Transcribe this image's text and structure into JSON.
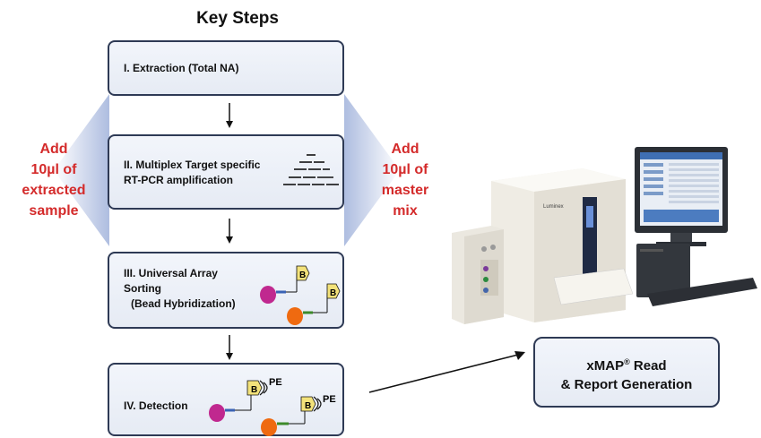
{
  "title": "Key Steps",
  "steps": [
    {
      "label": "I. Extraction (Total NA)"
    },
    {
      "label_lines": [
        "II. Multiplex Target specific",
        "RT-PCR amplification"
      ]
    },
    {
      "label_lines": [
        "III. Universal Array",
        "Sorting",
        "(Bead Hybridization)"
      ]
    },
    {
      "label": "IV. Detection"
    }
  ],
  "left_note": [
    "Add",
    "10µl of",
    "extracted",
    "sample"
  ],
  "right_note": [
    "Add",
    "10µl of",
    "master",
    "mix"
  ],
  "bead_letter": "B",
  "pe_label": "PE",
  "result": {
    "line1_prefix": "xMAP",
    "line1_mark": "®",
    "line1_suffix": " Read",
    "line2": "& Report Generation"
  },
  "instrument_brand": "Luminex",
  "colors": {
    "accent_text": "#d42b2b",
    "bead_pink": "#c0288f",
    "bead_orange": "#ef6a10",
    "tag_yellow": "#f3e27a",
    "box_border": "#2e3a55"
  }
}
